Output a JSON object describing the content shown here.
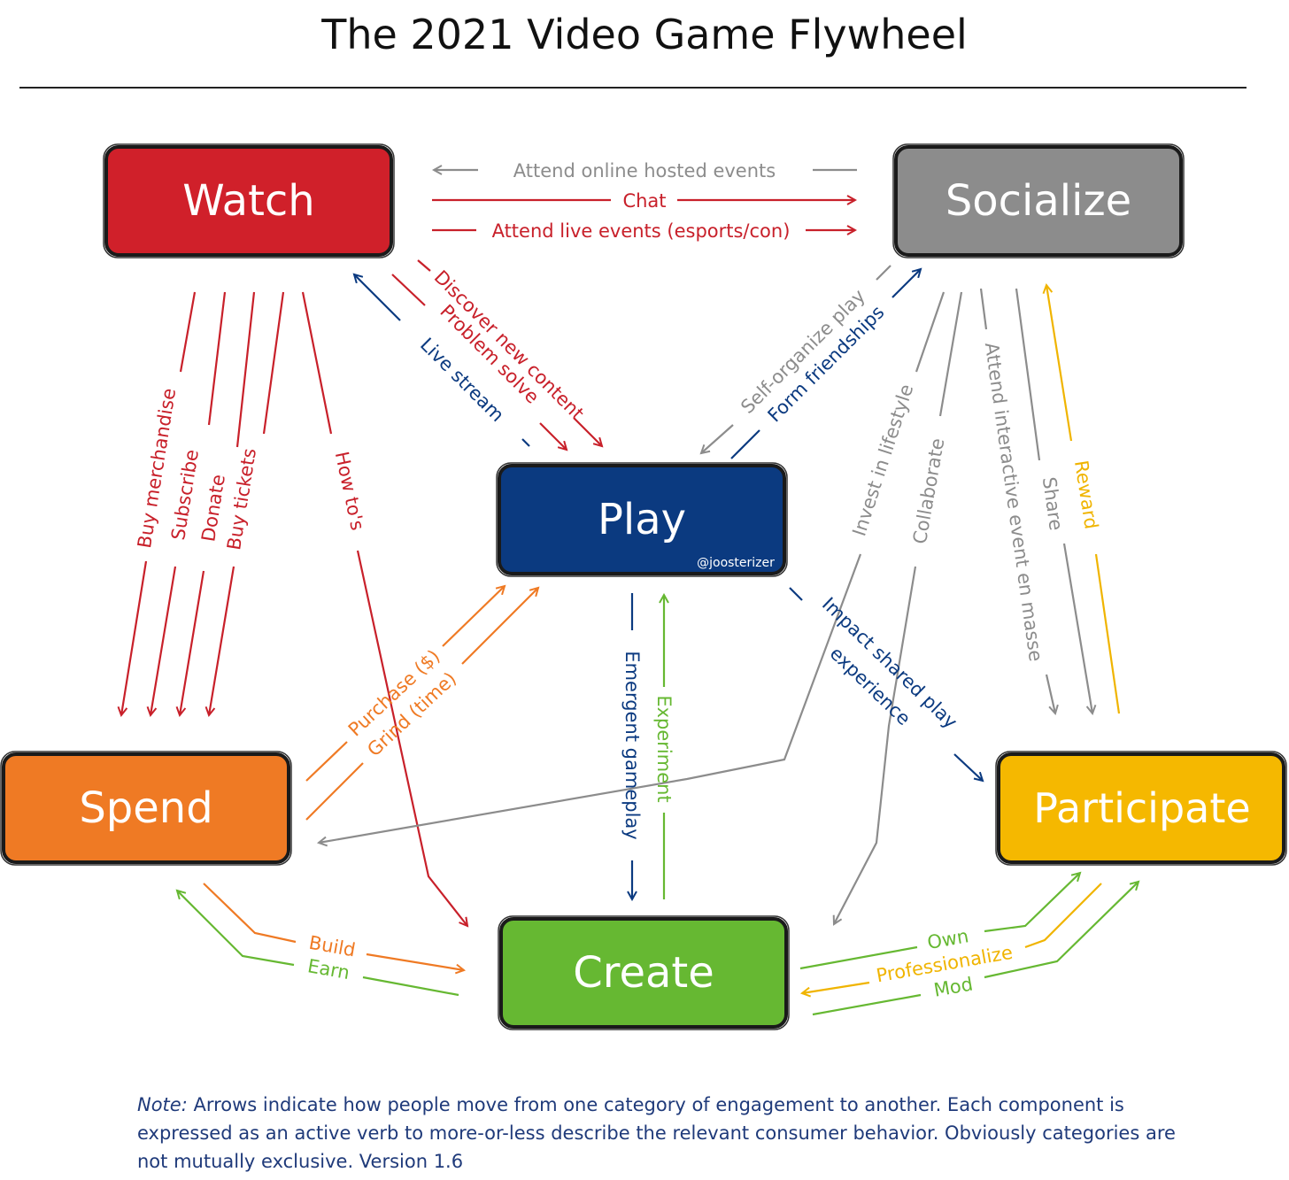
{
  "title": "The 2021 Video Game Flywheel",
  "colors": {
    "watch": "#d0202a",
    "socialize": "#8c8c8c",
    "play": "#0b3a80",
    "spend": "#ef7a24",
    "participate": "#f5b800",
    "create": "#66b832",
    "gray_arrow": "#8c8c8c",
    "red_arrow": "#c8202a",
    "blue_arrow": "#0b3a80",
    "orange_arrow": "#ef7a24",
    "green_arrow": "#66b832",
    "yellow_arrow": "#f0b400"
  },
  "nodes": {
    "watch": "Watch",
    "socialize": "Socialize",
    "play": "Play",
    "play_handle": "@joosterizer",
    "spend": "Spend",
    "participate": "Participate",
    "create": "Create"
  },
  "edges": {
    "attend_online": "Attend online hosted events",
    "chat": "Chat",
    "attend_live": "Attend live events (esports/con)",
    "discover": "Discover new content",
    "problem_solve": "Problem solve",
    "live_stream": "Live stream",
    "self_organize": "Self-organize play",
    "form_friendships": "Form friendships",
    "buy_merch": "Buy merchandise",
    "subscribe": "Subscribe",
    "donate": "Donate",
    "buy_tickets": "Buy tickets",
    "how_tos": "How to's",
    "invest": "Invest in lifestyle",
    "collaborate": "Collaborate",
    "attend_interactive": "Attend interactive event en masse",
    "share": "Share",
    "reward": "Reward",
    "purchase": "Purchase ($)",
    "grind": "Grind (time)",
    "emergent": "Emergent gameplay",
    "experiment": "Experiment",
    "impact": "Impact shared play",
    "experience": "experience",
    "build": "Build",
    "earn": "Earn",
    "own": "Own",
    "professionalize": "Professionalize",
    "mod": "Mod"
  },
  "note": {
    "lead": "Note:",
    "text": " Arrows indicate how people move from one category of engagement to another. Each component is expressed as an active verb to more-or-less describe the relevant consumer behavior. Obviously categories are not mutually exclusive. Version 1.6"
  }
}
